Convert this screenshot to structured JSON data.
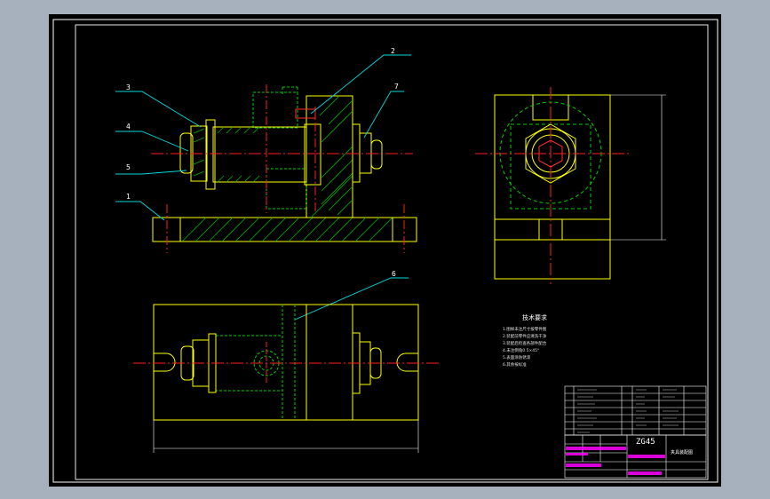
{
  "drawing": {
    "part_labels": [
      "1",
      "2",
      "3",
      "4",
      "5",
      "6",
      "7"
    ],
    "technical_requirements": {
      "title": "技术要求",
      "lines": [
        "1.图样未注尺寸按零件图",
        "2.装配前零件应清洗干净",
        "3.装配后检查各部件配合",
        "4.未注倒角0.5×45°",
        "5.表面涂防锈漆",
        "6.其余按标准"
      ]
    },
    "title_block": {
      "material": "ZG45",
      "drawing_name": "夹具装配图"
    }
  },
  "colors": {
    "frame_bg": "#000000",
    "outline": "#ffff00",
    "centerline": "#ff2020",
    "hidden": "#00d000",
    "leader": "#00d8d8",
    "hatch": "#00b000",
    "border": "#ffffff",
    "table": "#ffffff",
    "magenta": "#ff00ff"
  }
}
